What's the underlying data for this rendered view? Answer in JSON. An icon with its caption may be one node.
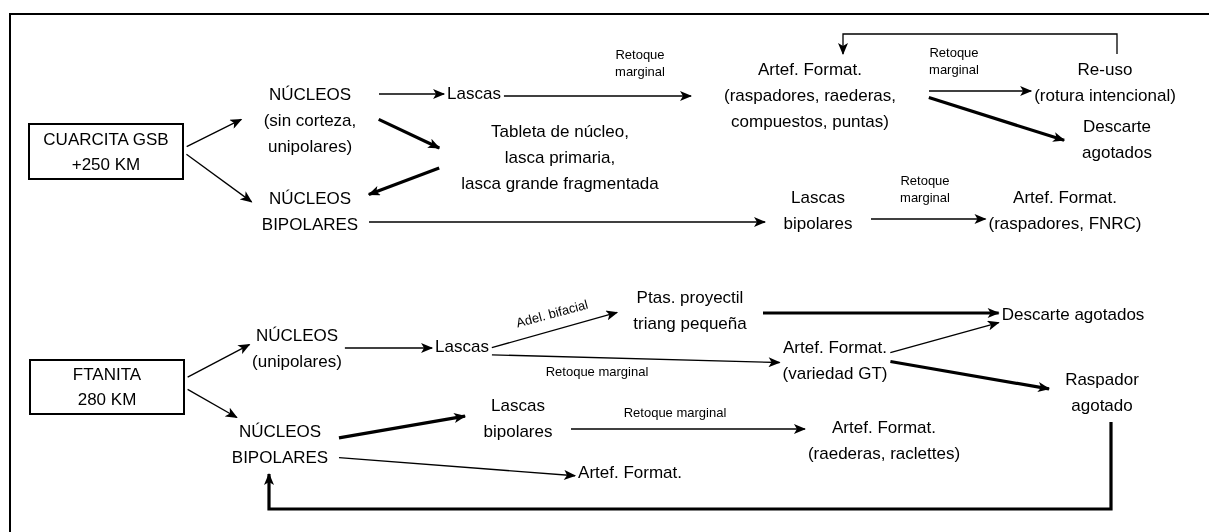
{
  "diagram": {
    "nodes": [
      {
        "text": [
          "CUARCITA GSB +250 KM"
        ]
      },
      {
        "text": [
          "NÚCLEOS",
          "(sin corteza, unipolares)"
        ]
      },
      {
        "text": [
          "Lascas"
        ]
      },
      {
        "text": [
          "Tableta de núcleo,",
          "lasca primaria,",
          "lasca grande fragmentada"
        ]
      },
      {
        "text": [
          "NÚCLEOS BIPOLARES"
        ]
      },
      {
        "text": [
          "Artef. Format.",
          "(raspadores, raederas, compuestos, puntas)"
        ]
      },
      {
        "text": [
          "Re-uso",
          "(rotura intencional)"
        ]
      },
      {
        "text": [
          "Descarte agotados"
        ]
      },
      {
        "text": [
          "Lascas bipolares"
        ]
      },
      {
        "text": [
          "Artef. Format.",
          "(raspadores, FNRC)"
        ]
      },
      {
        "text": [
          "FTANITA 280 KM"
        ]
      },
      {
        "text": [
          "NÚCLEOS",
          "(unipolares)"
        ]
      },
      {
        "text": [
          "Lascas"
        ]
      },
      {
        "text": [
          "Ptas. proyectil triang pequeña"
        ]
      },
      {
        "text": [
          "Descarte agotados"
        ]
      },
      {
        "text": [
          "Artef. Format.",
          "(variedad GT)"
        ]
      },
      {
        "text": [
          "Raspador agotado"
        ]
      },
      {
        "text": [
          "NÚCLEOS BIPOLARES"
        ]
      },
      {
        "text": [
          "Lascas bipolares"
        ]
      },
      {
        "text": [
          "Artef. Format.",
          "(raederas, raclettes)"
        ]
      },
      {
        "text": [
          "Artef. Format."
        ]
      }
    ],
    "edges": [
      {
        "from": 0,
        "to": 1,
        "arrow": "to"
      },
      {
        "from": 0,
        "to": 4,
        "arrow": "to"
      },
      {
        "from": 1,
        "to": 2,
        "arrow": "to"
      },
      {
        "from": 2,
        "to": 5,
        "arrow": "to",
        "label": "Retoque marginal"
      },
      {
        "from": 1,
        "to": 3,
        "arrow": "to",
        "style": "thick"
      },
      {
        "from": 3,
        "to": 4,
        "arrow": "to",
        "style": "thick"
      },
      {
        "from": 4,
        "to": 8,
        "arrow": "to"
      },
      {
        "from": 8,
        "to": 9,
        "arrow": "to",
        "label": "Retoque marginal"
      },
      {
        "from": 5,
        "to": 6,
        "arrow": "to",
        "label": "Retoque marginal"
      },
      {
        "from": 5,
        "to": 7,
        "arrow": "to",
        "style": "thick"
      },
      {
        "from": 6,
        "to": 5,
        "arrow": "to"
      },
      {
        "from": 10,
        "to": 11,
        "arrow": "to"
      },
      {
        "from": 10,
        "to": 17,
        "arrow": "to"
      },
      {
        "from": 11,
        "to": 12,
        "arrow": "to"
      },
      {
        "from": 12,
        "to": 13,
        "arrow": "to",
        "label": "Adel. bifacial"
      },
      {
        "from": 12,
        "to": 15,
        "arrow": "to",
        "label": "Retoque marginal"
      },
      {
        "from": 13,
        "to": 14,
        "arrow": "to",
        "style": "thick"
      },
      {
        "from": 15,
        "to": 14,
        "arrow": "to"
      },
      {
        "from": 15,
        "to": 16,
        "arrow": "to",
        "style": "thick"
      },
      {
        "from": 17,
        "to": 18,
        "arrow": "to",
        "style": "thick"
      },
      {
        "from": 18,
        "to": 19,
        "arrow": "to",
        "label": "Retoque marginal"
      },
      {
        "from": 17,
        "to": 20,
        "arrow": "to"
      },
      {
        "from": 16,
        "to": 17,
        "arrow": "to",
        "style": "thick"
      }
    ]
  }
}
